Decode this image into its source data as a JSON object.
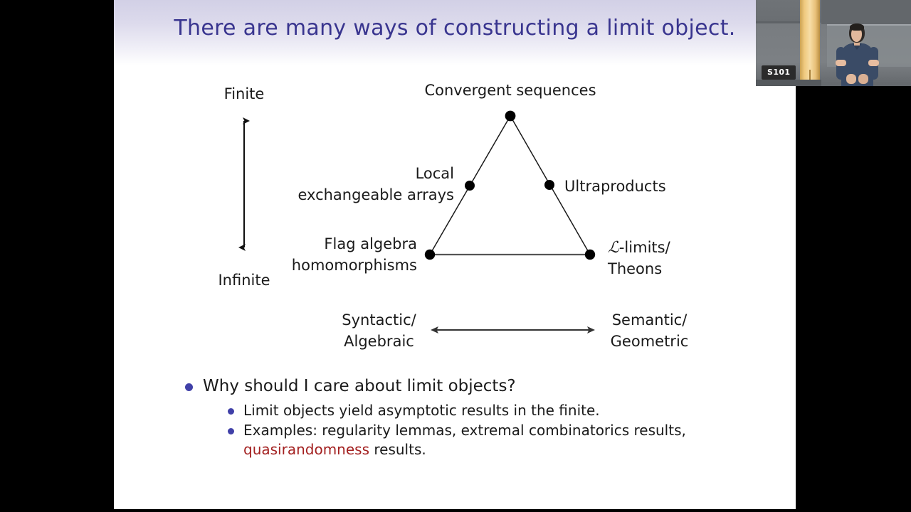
{
  "slide": {
    "title": "There are many ways of constructing a limit object.",
    "title_color": "#39358f",
    "header_gradient_from": "#d2d0e6",
    "header_gradient_to": "#ffffff",
    "background": "#ffffff"
  },
  "diagram": {
    "axis_vertical": {
      "top_label": "Finite",
      "bottom_label": "Infinite"
    },
    "axis_horizontal": {
      "left_label_line1": "Syntactic/",
      "left_label_line2": "Algebraic",
      "right_label_line1": "Semantic/",
      "right_label_line2": "Geometric"
    },
    "nodes": [
      {
        "id": "apex",
        "label_line1": "Convergent sequences",
        "label_line2": ""
      },
      {
        "id": "left-mid",
        "label_line1": "Local",
        "label_line2": "exchangeable arrays"
      },
      {
        "id": "right-mid",
        "label_line1": "Ultraproducts",
        "label_line2": ""
      },
      {
        "id": "bottom-left",
        "label_line1": "Flag algebra",
        "label_line2": "homomorphisms"
      },
      {
        "id": "bottom-right",
        "label_line1": "-limits/",
        "label_line2": "Theons",
        "prefix_symbol": "ℒ"
      }
    ]
  },
  "bullets": {
    "level1": "Why should I care about limit objects?",
    "level2_first": "Limit objects yield asymptotic results in the finite.",
    "level2_second_part1": "Examples:  regularity lemmas, extremal combinatorics results,",
    "level2_second_highlight": "quasirandomness",
    "level2_second_part2": " results.",
    "bullet_color": "#4040a8",
    "highlight_color": "#a32020"
  },
  "video_overlay": {
    "room_badge": "S101"
  }
}
